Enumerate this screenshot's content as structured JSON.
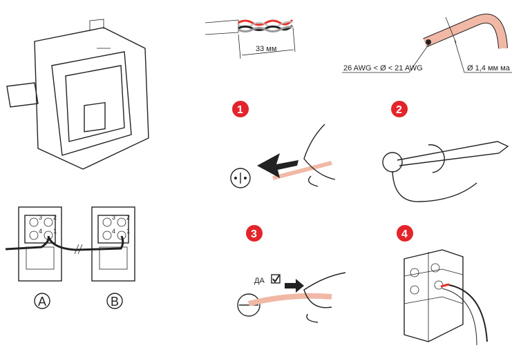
{
  "colors": {
    "step_badge": "#e3242b",
    "copper": "#f2b8a6",
    "red_wire": "#e8302a",
    "grey_wire": "#9a9a9a"
  },
  "dimensions": {
    "strip_length": "33 мм",
    "wire_gauge": "26 AWG < Ø < 21 AWG",
    "max_diameter": "Ø 1,4 мм ма"
  },
  "steps": [
    "1",
    "2",
    "3",
    "4"
  ],
  "modules": {
    "a": "A",
    "b": "B",
    "terminals": [
      "3",
      "2",
      "4",
      "1"
    ]
  },
  "check_label": "ДА"
}
